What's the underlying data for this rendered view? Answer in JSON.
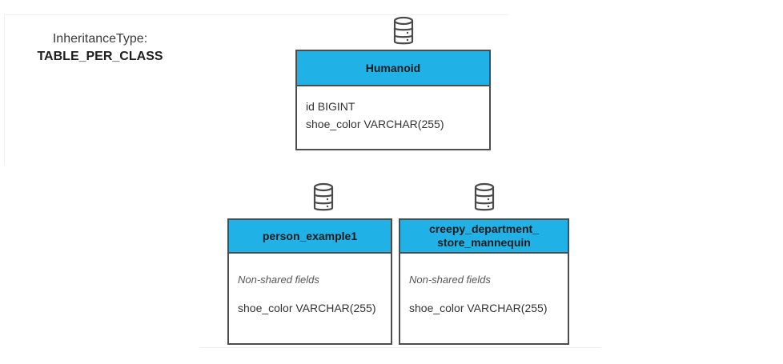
{
  "inheritance": {
    "label": "InheritanceType:",
    "value": "TABLE_PER_CLASS"
  },
  "tables": {
    "humanoid": {
      "name": "Humanoid",
      "fields": [
        "id BIGINT",
        "shoe_color VARCHAR(255)"
      ]
    },
    "person": {
      "name": "person_example1",
      "note": "Non-shared fields",
      "fields": [
        "shoe_color VARCHAR(255)"
      ]
    },
    "mannequin": {
      "name_line1": "creepy_department_",
      "name_line2": "store_mannequin",
      "note": "Non-shared fields",
      "fields": [
        "shoe_color VARCHAR(255)"
      ]
    }
  },
  "colors": {
    "header": "#20b2e6",
    "border": "#4d4d4d"
  },
  "icons": [
    "database-icon"
  ]
}
